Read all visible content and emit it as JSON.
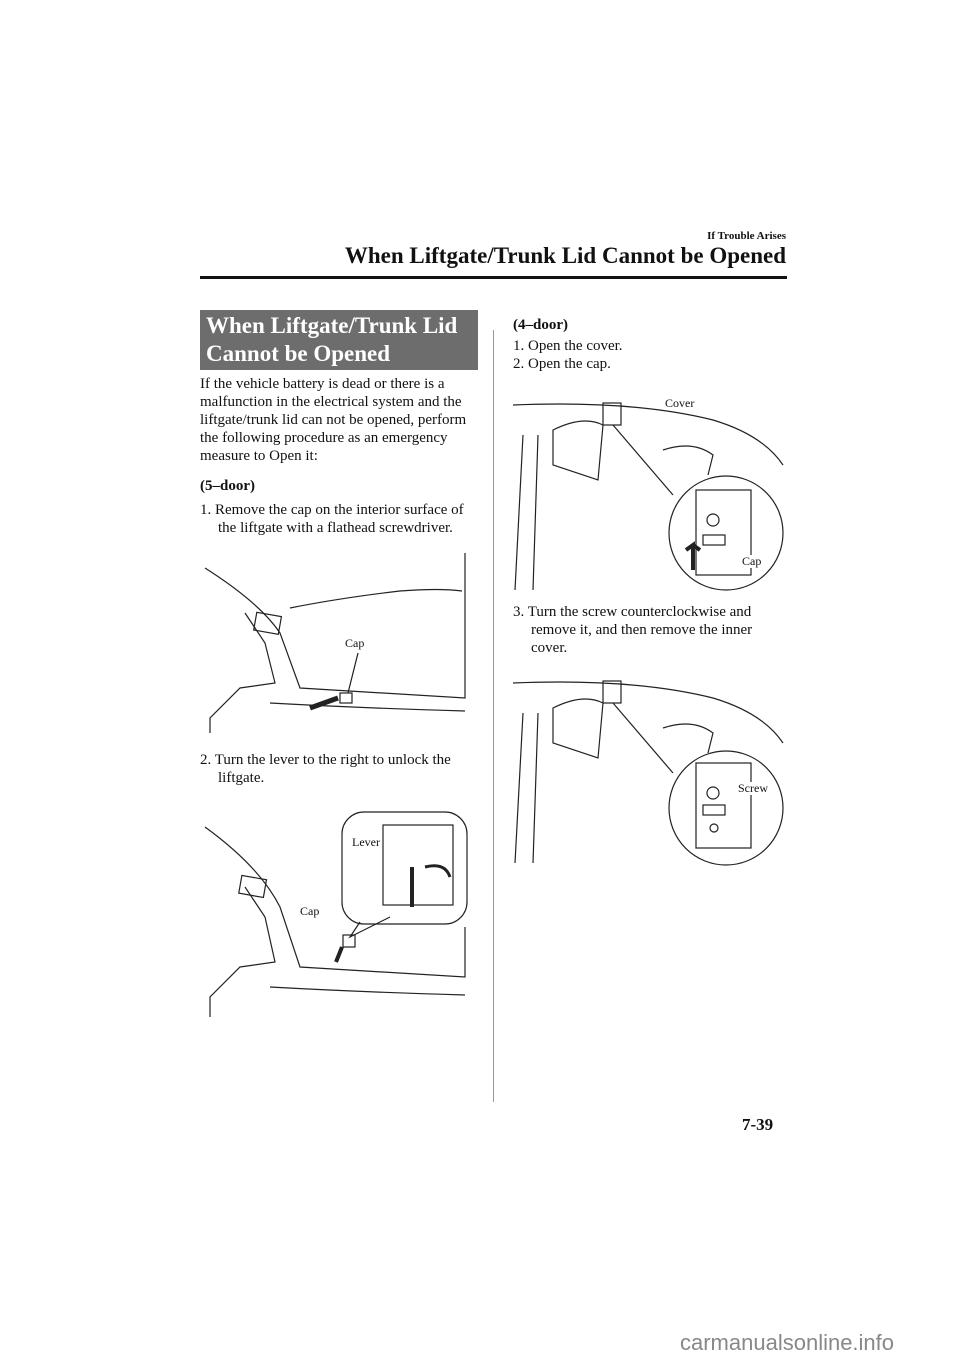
{
  "header": {
    "section": "If Trouble Arises",
    "title": "When Liftgate/Trunk Lid Cannot be Opened"
  },
  "heading": {
    "line1": "When Liftgate/Trunk Lid",
    "line2": "Cannot be Opened"
  },
  "intro": "If the vehicle battery is dead or there is a malfunction in the electrical system and the liftgate/trunk lid can not be opened, perform the following procedure as an emergency measure to Open it:",
  "five_door": {
    "label": "(5–door)",
    "steps": [
      "1. Remove the cap on the interior surface of the liftgate with a flathead screwdriver.",
      "2. Turn the lever to the right to unlock the liftgate."
    ],
    "fig1_labels": {
      "cap": "Cap"
    },
    "fig2_labels": {
      "lever": "Lever",
      "cap": "Cap"
    }
  },
  "four_door": {
    "label": "(4–door)",
    "steps": [
      "1. Open the cover.",
      "2. Open the cap.",
      "3. Turn the screw counterclockwise and remove it, and then remove the inner cover."
    ],
    "fig1_labels": {
      "cover": "Cover",
      "cap": "Cap"
    },
    "fig2_labels": {
      "screw": "Screw"
    }
  },
  "page_number": "7-39",
  "watermark": "carmanualsonline.info"
}
